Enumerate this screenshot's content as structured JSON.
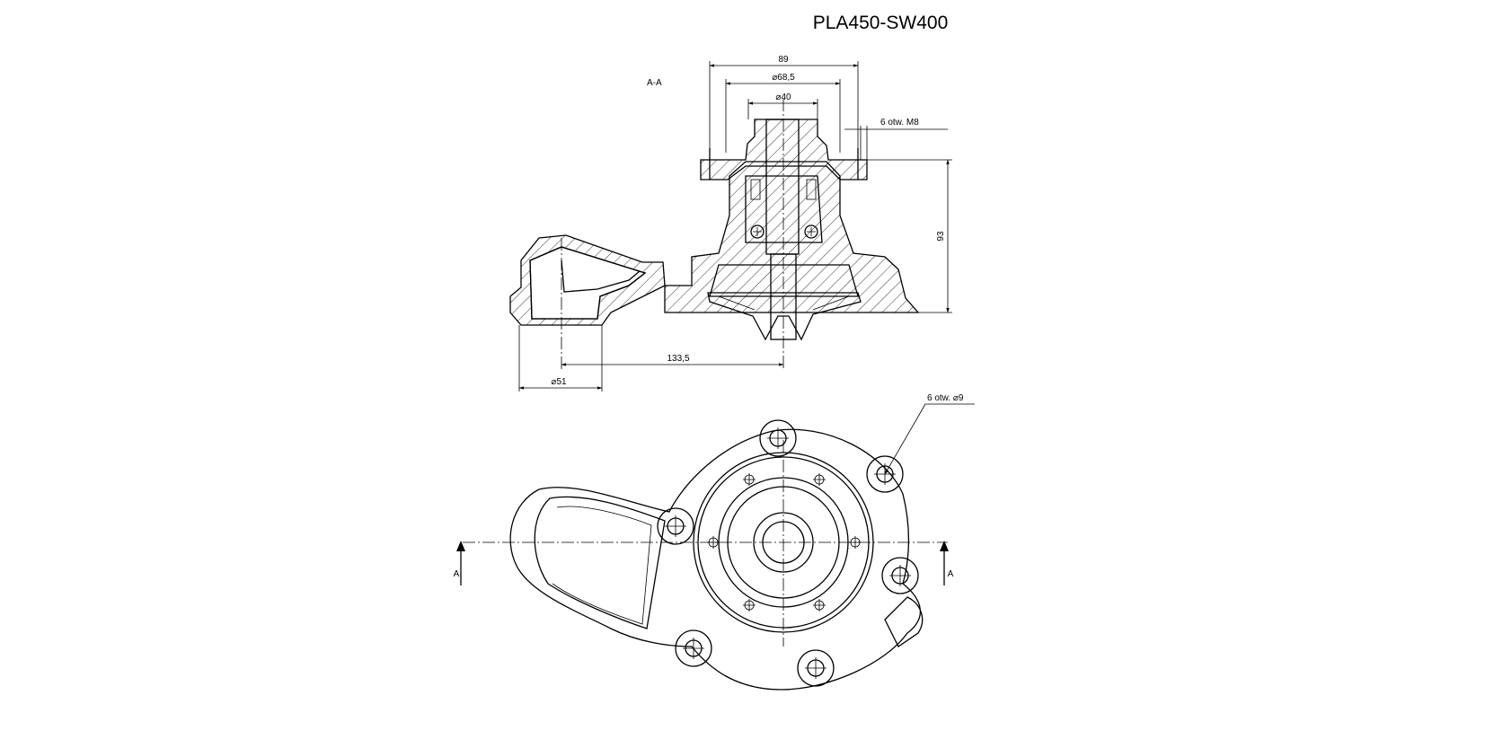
{
  "title": "PLA450-SW400",
  "section_label": "A-A",
  "dimensions": {
    "width_89": "89",
    "dia_68_5": "⌀68,5",
    "dia_40": "⌀40",
    "holes_m8": "6 otw. M8",
    "height_93": "93",
    "offset_133_5": "133,5",
    "dia_51": "⌀51",
    "holes_dia9": "6 otw.  ⌀9"
  },
  "section_marks": {
    "left": "A",
    "right": "A"
  },
  "icons": {
    "bolt_hole": "bolt-hole-icon",
    "arrow": "arrow-icon"
  },
  "colors": {
    "line": "#000000",
    "background": "#ffffff"
  }
}
